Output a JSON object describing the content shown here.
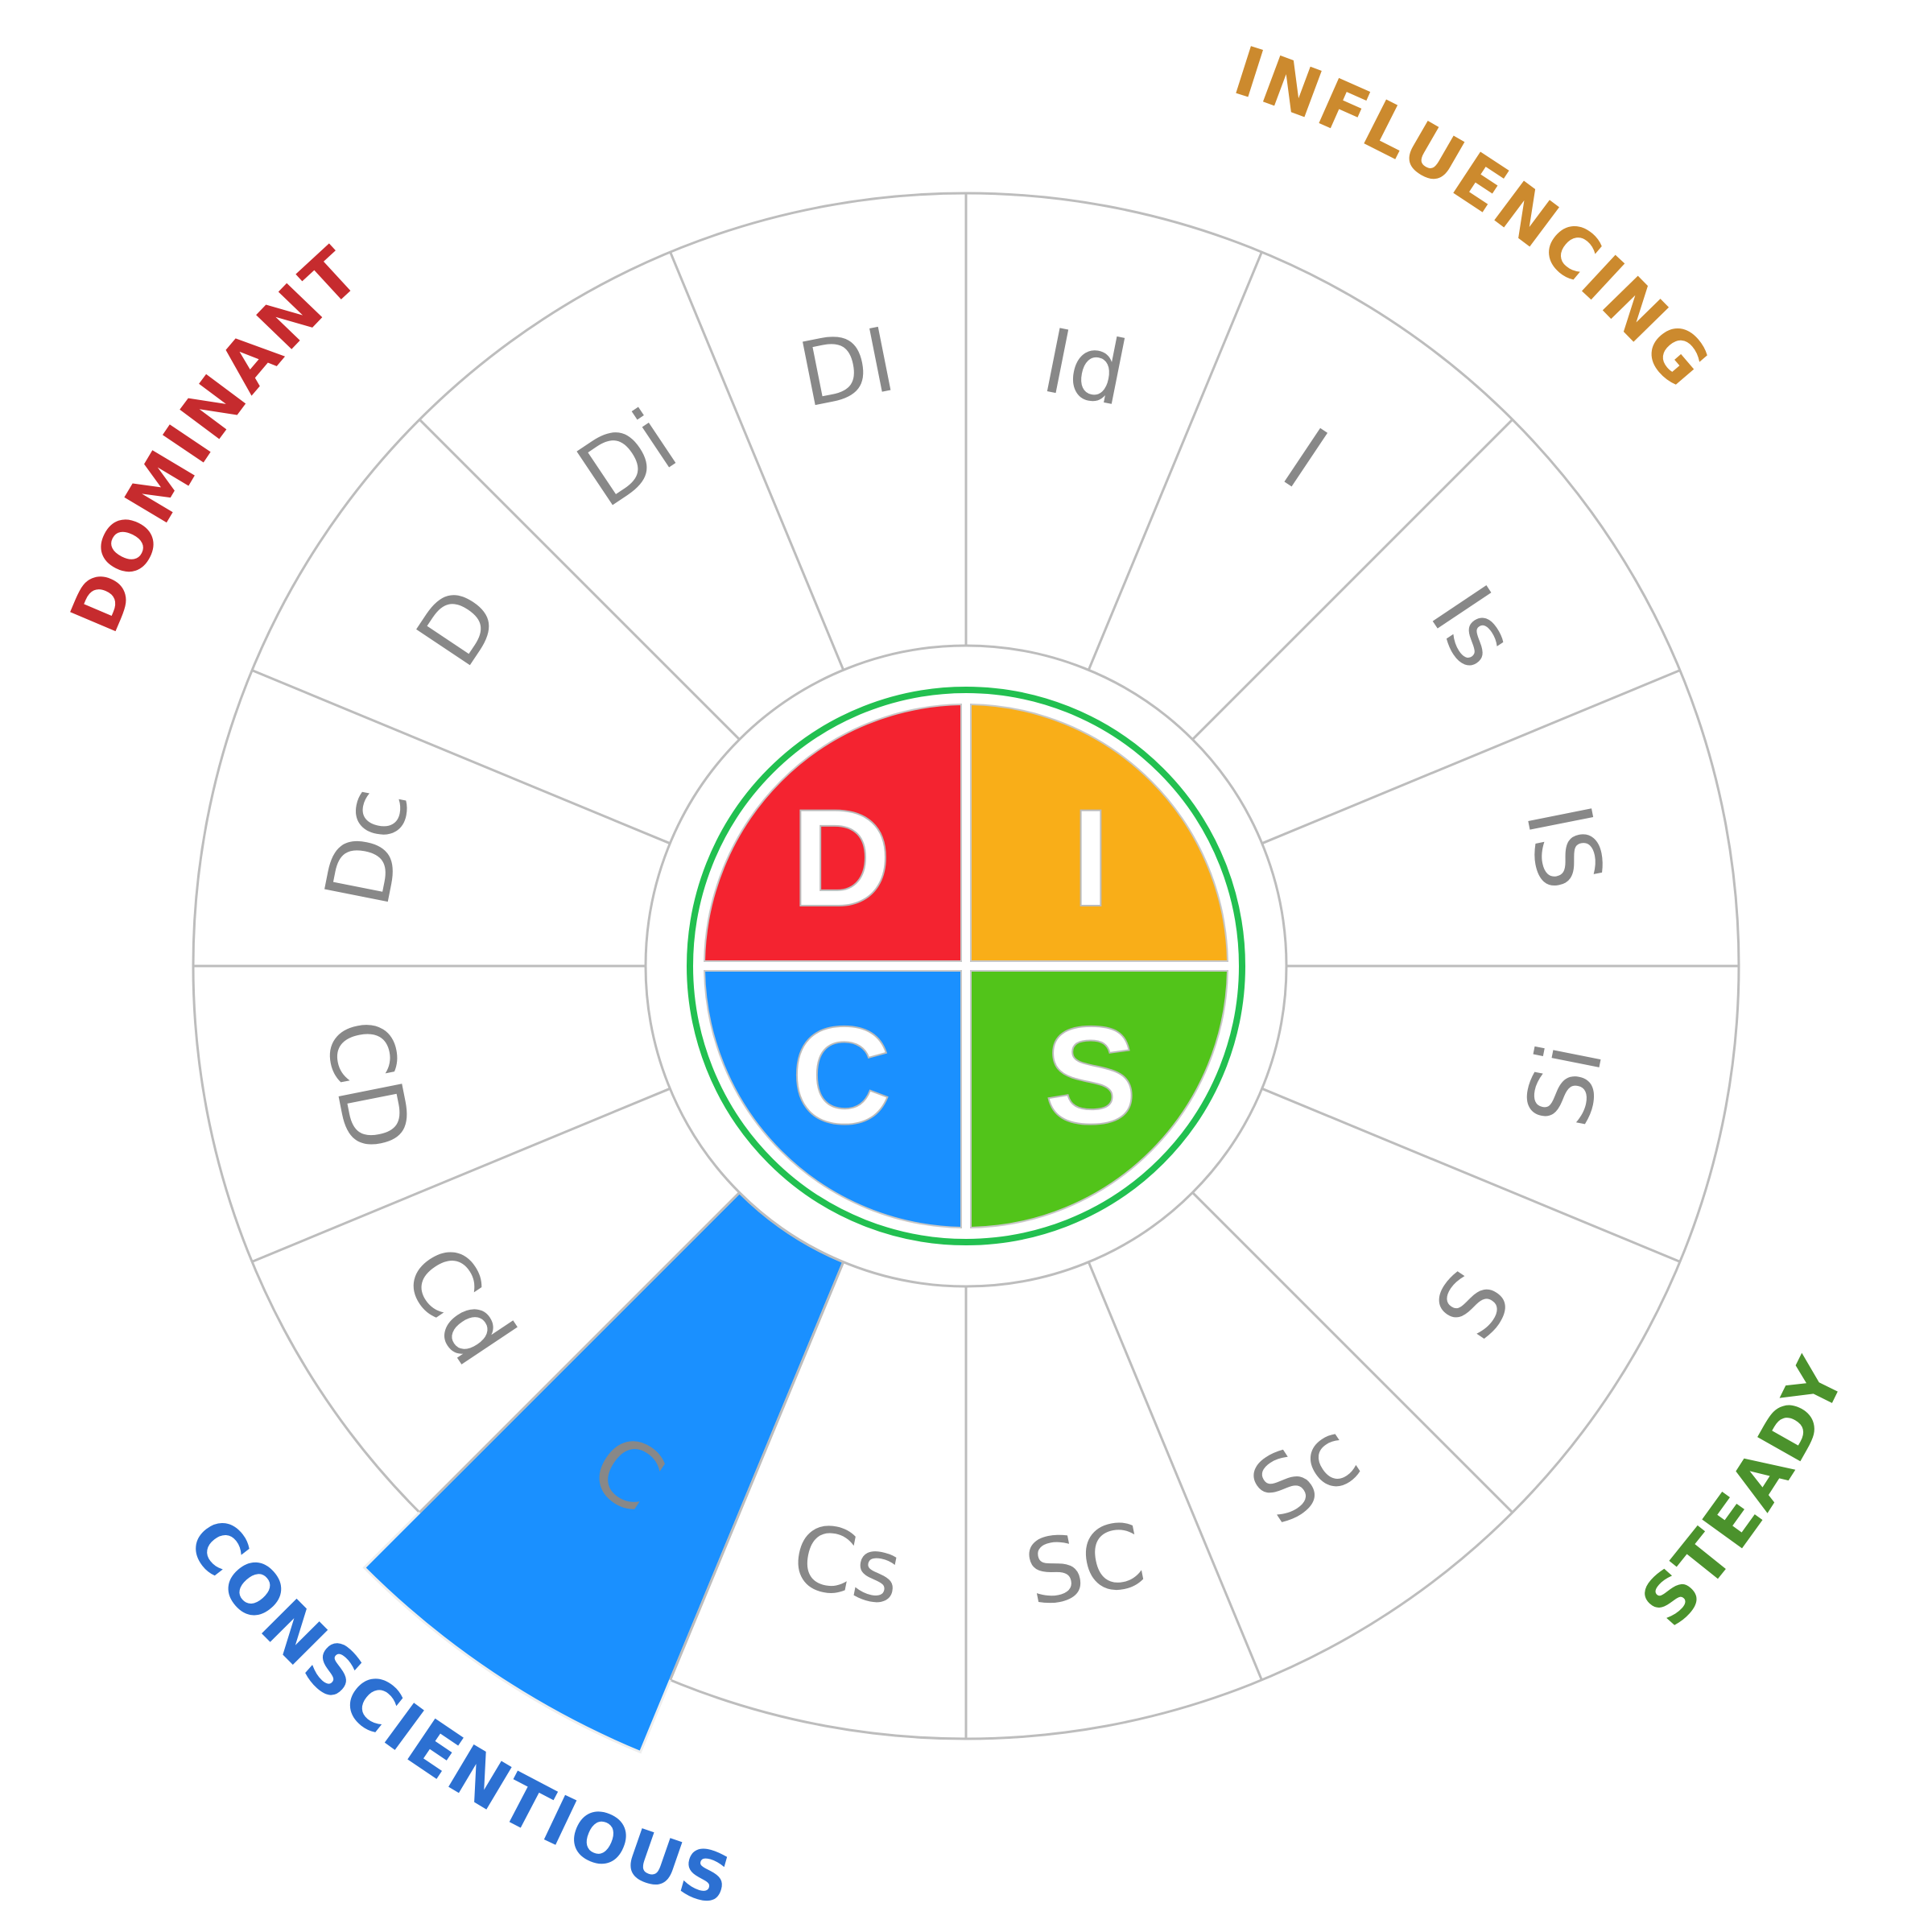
{
  "wheel": {
    "segments": [
      "Id",
      "I",
      "Is",
      "IS",
      "Si",
      "S",
      "Sc",
      "SC",
      "Cs",
      "C",
      "Cd",
      "CD",
      "Dc",
      "D",
      "Di",
      "DI"
    ],
    "highlighted_segment": "C",
    "highlight_color": "#1A90FF",
    "line_color": "#BDBDBD",
    "label_color": "#888888"
  },
  "center": {
    "ring_color": "#22C050",
    "quadrants": [
      {
        "letter": "D",
        "color": "#F42330"
      },
      {
        "letter": "I",
        "color": "#F9AE18"
      },
      {
        "letter": "S",
        "color": "#52C41A"
      },
      {
        "letter": "C",
        "color": "#1A90FF"
      }
    ]
  },
  "style_words": [
    {
      "text": "DOMINANT",
      "color": "#C62B2E"
    },
    {
      "text": "INFLUENCING",
      "color": "#CC8A2E"
    },
    {
      "text": "STEADY",
      "color": "#4B922C"
    },
    {
      "text": "CONSCIENTIOUS",
      "color": "#2C70D2"
    }
  ]
}
